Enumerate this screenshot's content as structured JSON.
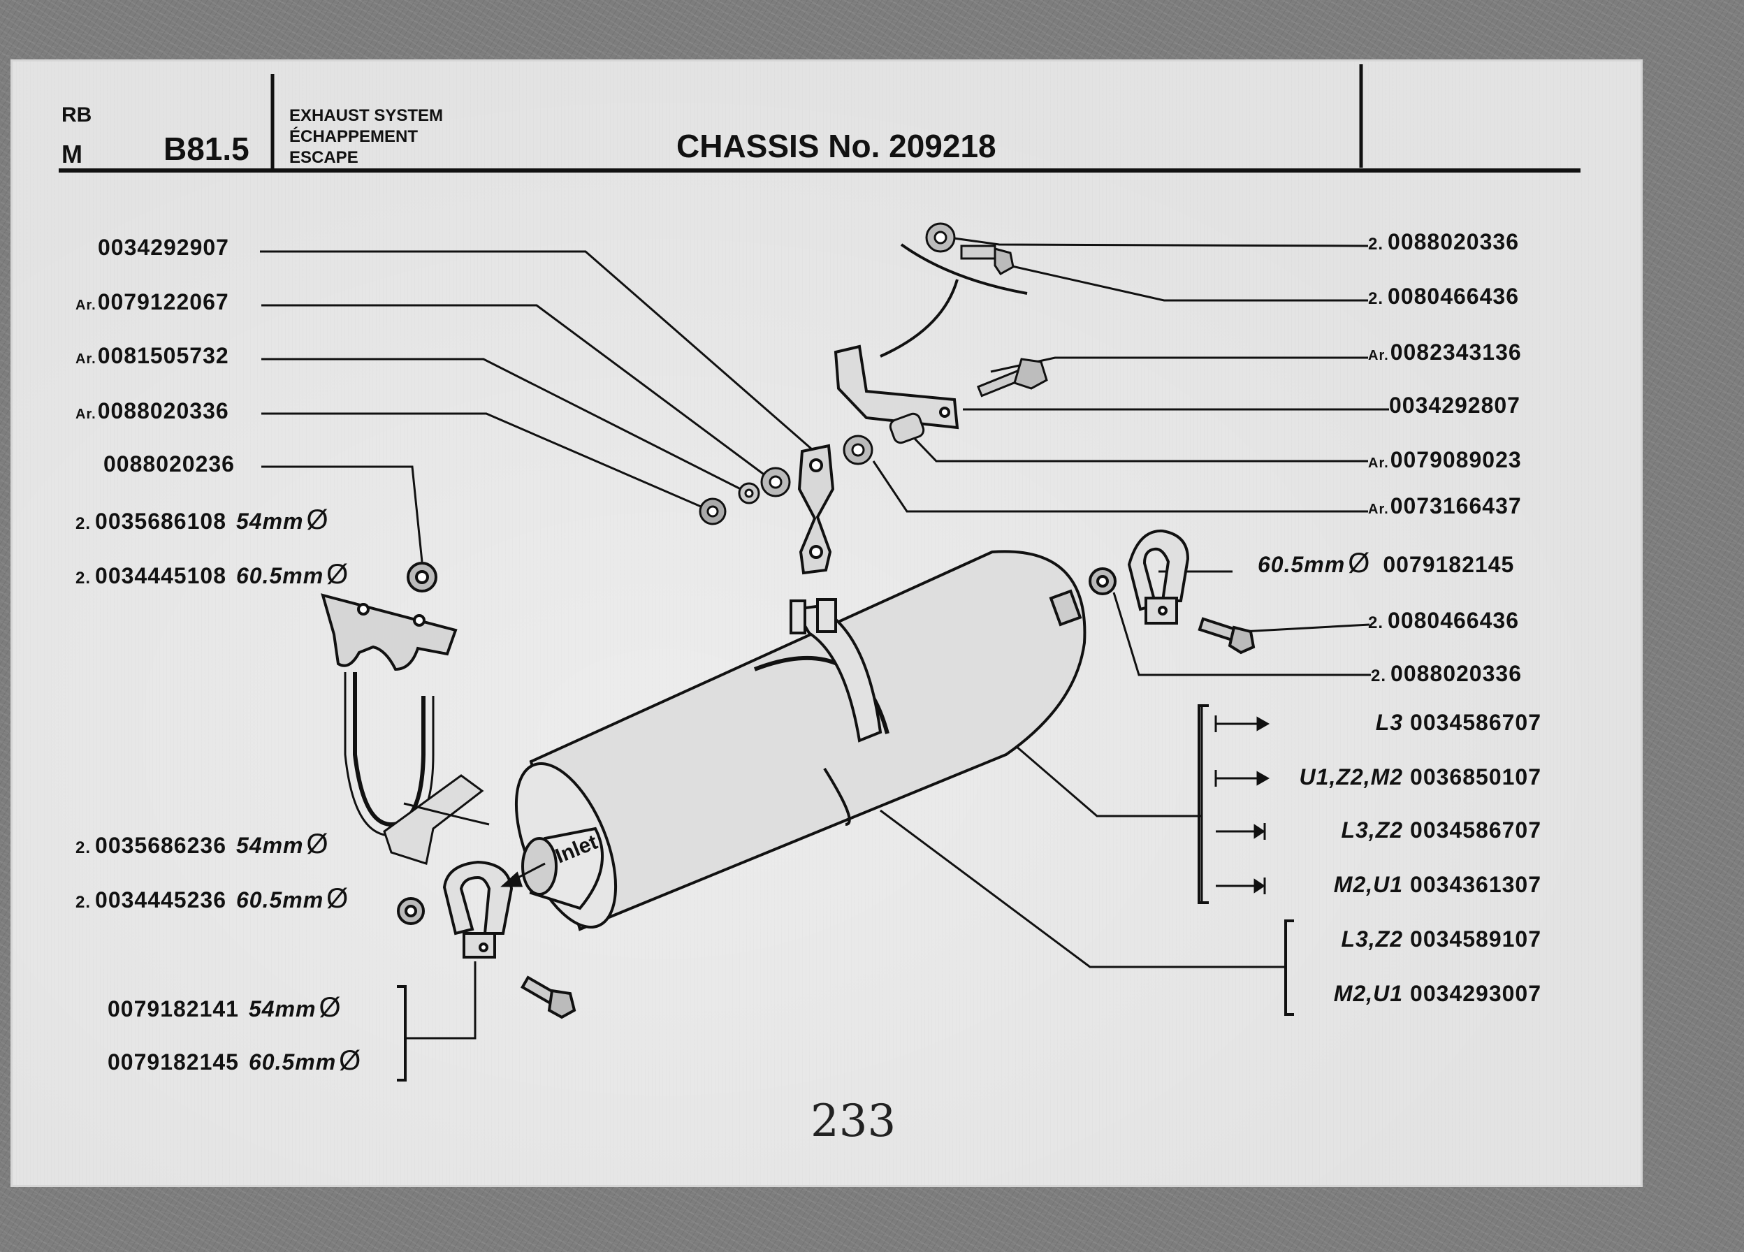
{
  "header": {
    "rb": "RB",
    "m": "M",
    "section": "B81.5",
    "titles": [
      "EXHAUST SYSTEM",
      "ÉCHAPPEMENT",
      "ESCAPE"
    ],
    "chassis": "CHASSIS No. 209218"
  },
  "left_parts": [
    {
      "qty": "",
      "ar": "",
      "code": "0034292907",
      "size": "",
      "dia": ""
    },
    {
      "qty": "",
      "ar": "Ar.",
      "code": "0079122067",
      "size": "",
      "dia": ""
    },
    {
      "qty": "",
      "ar": "Ar.",
      "code": "0081505732",
      "size": "",
      "dia": ""
    },
    {
      "qty": "",
      "ar": "Ar.",
      "code": "0088020336",
      "size": "",
      "dia": ""
    },
    {
      "qty": "",
      "ar": "",
      "code": "0088020236",
      "size": "",
      "dia": ""
    },
    {
      "qty": "2.",
      "ar": "",
      "code": "0035686108",
      "size": "54mm",
      "dia": "Ø"
    },
    {
      "qty": "2.",
      "ar": "",
      "code": "0034445108",
      "size": "60.5mm",
      "dia": "Ø"
    },
    {
      "qty": "2.",
      "ar": "",
      "code": "0035686236",
      "size": "54mm",
      "dia": "Ø"
    },
    {
      "qty": "2.",
      "ar": "",
      "code": "0034445236",
      "size": "60.5mm",
      "dia": "Ø"
    },
    {
      "qty": "",
      "ar": "",
      "code": "0079182141",
      "size": "54mm",
      "dia": "Ø"
    },
    {
      "qty": "",
      "ar": "",
      "code": "0079182145",
      "size": "60.5mm",
      "dia": "Ø"
    }
  ],
  "right_parts": [
    {
      "prefix": "2.",
      "code": "0088020336",
      "size": "",
      "dia": ""
    },
    {
      "prefix": "2.",
      "code": "0080466436",
      "size": "",
      "dia": ""
    },
    {
      "prefix": "Ar.",
      "code": "0082343136",
      "size": "",
      "dia": ""
    },
    {
      "prefix": "",
      "code": "0034292807",
      "size": "",
      "dia": ""
    },
    {
      "prefix": "Ar.",
      "code": "0079089023",
      "size": "",
      "dia": ""
    },
    {
      "prefix": "Ar.",
      "code": "0073166437",
      "size": "",
      "dia": ""
    },
    {
      "prefix": "",
      "code": "0079182145",
      "size": "60.5mm",
      "dia": "Ø"
    },
    {
      "prefix": "2.",
      "code": "0080466436",
      "size": "",
      "dia": ""
    },
    {
      "prefix": "2.",
      "code": "0088020336",
      "size": "",
      "dia": ""
    }
  ],
  "muffler_variants": [
    {
      "arrow": "|→",
      "models": "L3",
      "code": "0034586707"
    },
    {
      "arrow": "→",
      "models": "U1,Z2,M2",
      "code": "0036850107"
    },
    {
      "arrow": "→|",
      "models": "L3,Z2",
      "code": "0034586707"
    },
    {
      "arrow": "→|",
      "models": "M2,U1",
      "code": "0034361307"
    }
  ],
  "pipe_variants": [
    {
      "models": "L3,Z2",
      "code": "0034589107"
    },
    {
      "models": "M2,U1",
      "code": "0034293007"
    }
  ],
  "inlet_label": "Inlet",
  "page_number": "233"
}
